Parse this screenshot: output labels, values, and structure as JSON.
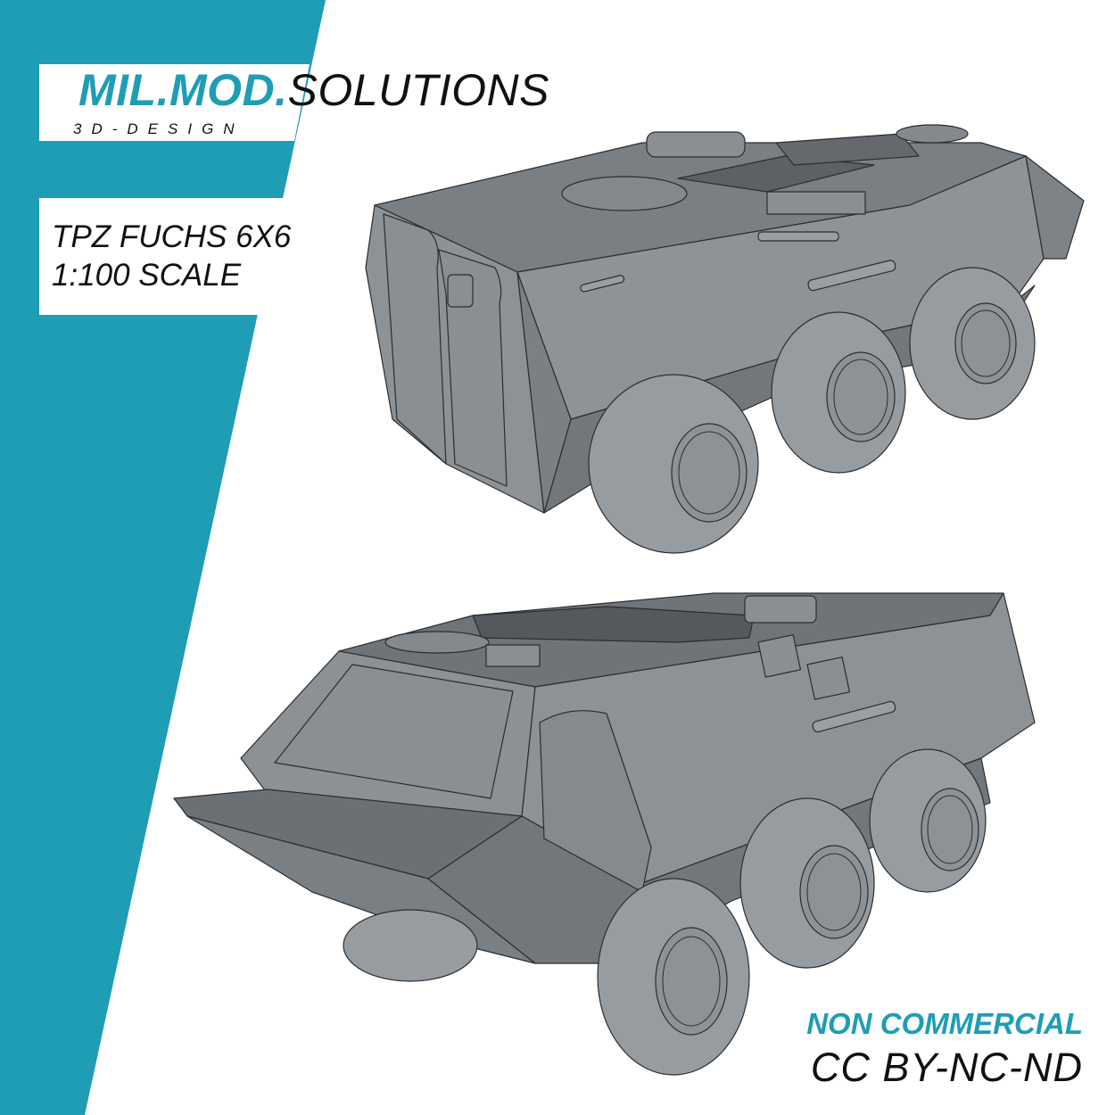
{
  "brand": {
    "name_accent": "MIL.MOD.",
    "name_rest": "SOLUTIONS",
    "tagline": "3D-DESIGN"
  },
  "product": {
    "title_line1": "TPZ FUCHS 6X6",
    "title_line2": "1:100 SCALE"
  },
  "license": {
    "usage": "NON COMMERCIAL",
    "type": "CC BY-NC-ND"
  },
  "images": [
    {
      "name": "vehicle-rear-view",
      "subject": "TPZ Fuchs 6x6 3D model, rear three-quarter view"
    },
    {
      "name": "vehicle-front-view",
      "subject": "TPZ Fuchs 6x6 3D model, front three-quarter view"
    }
  ],
  "colors": {
    "accent": "#1e9db5",
    "model_gray": "#8a8f94",
    "model_dark": "#6b7075",
    "text": "#111111",
    "background": "#ffffff"
  }
}
